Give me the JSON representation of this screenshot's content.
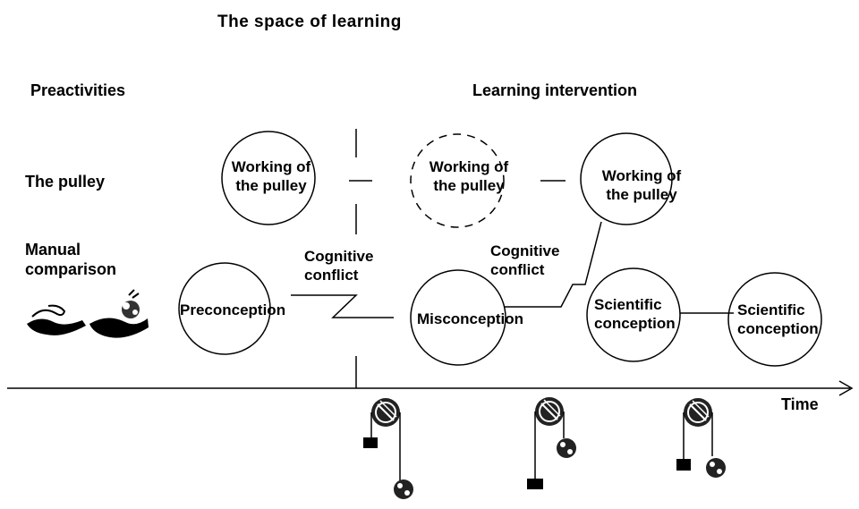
{
  "title": "The space of learning",
  "sections": {
    "left": "Preactivities",
    "right": "Learning intervention"
  },
  "rows": {
    "pulley": "The pulley",
    "manual": "Manual\ncomparison"
  },
  "nodes": {
    "working_1": "Working of\nthe pulley",
    "working_2": "Working of\nthe pulley",
    "working_3": "Working of\nthe pulley",
    "preconception": "Preconception",
    "misconception": "Misconception",
    "scientific_1": "Scientific\nconception",
    "scientific_2": "Scientific\nconception"
  },
  "conflicts": {
    "first": "Cognitive\nconflict",
    "second": "Cognitive\nconflict"
  },
  "axis": {
    "label": "Time"
  }
}
